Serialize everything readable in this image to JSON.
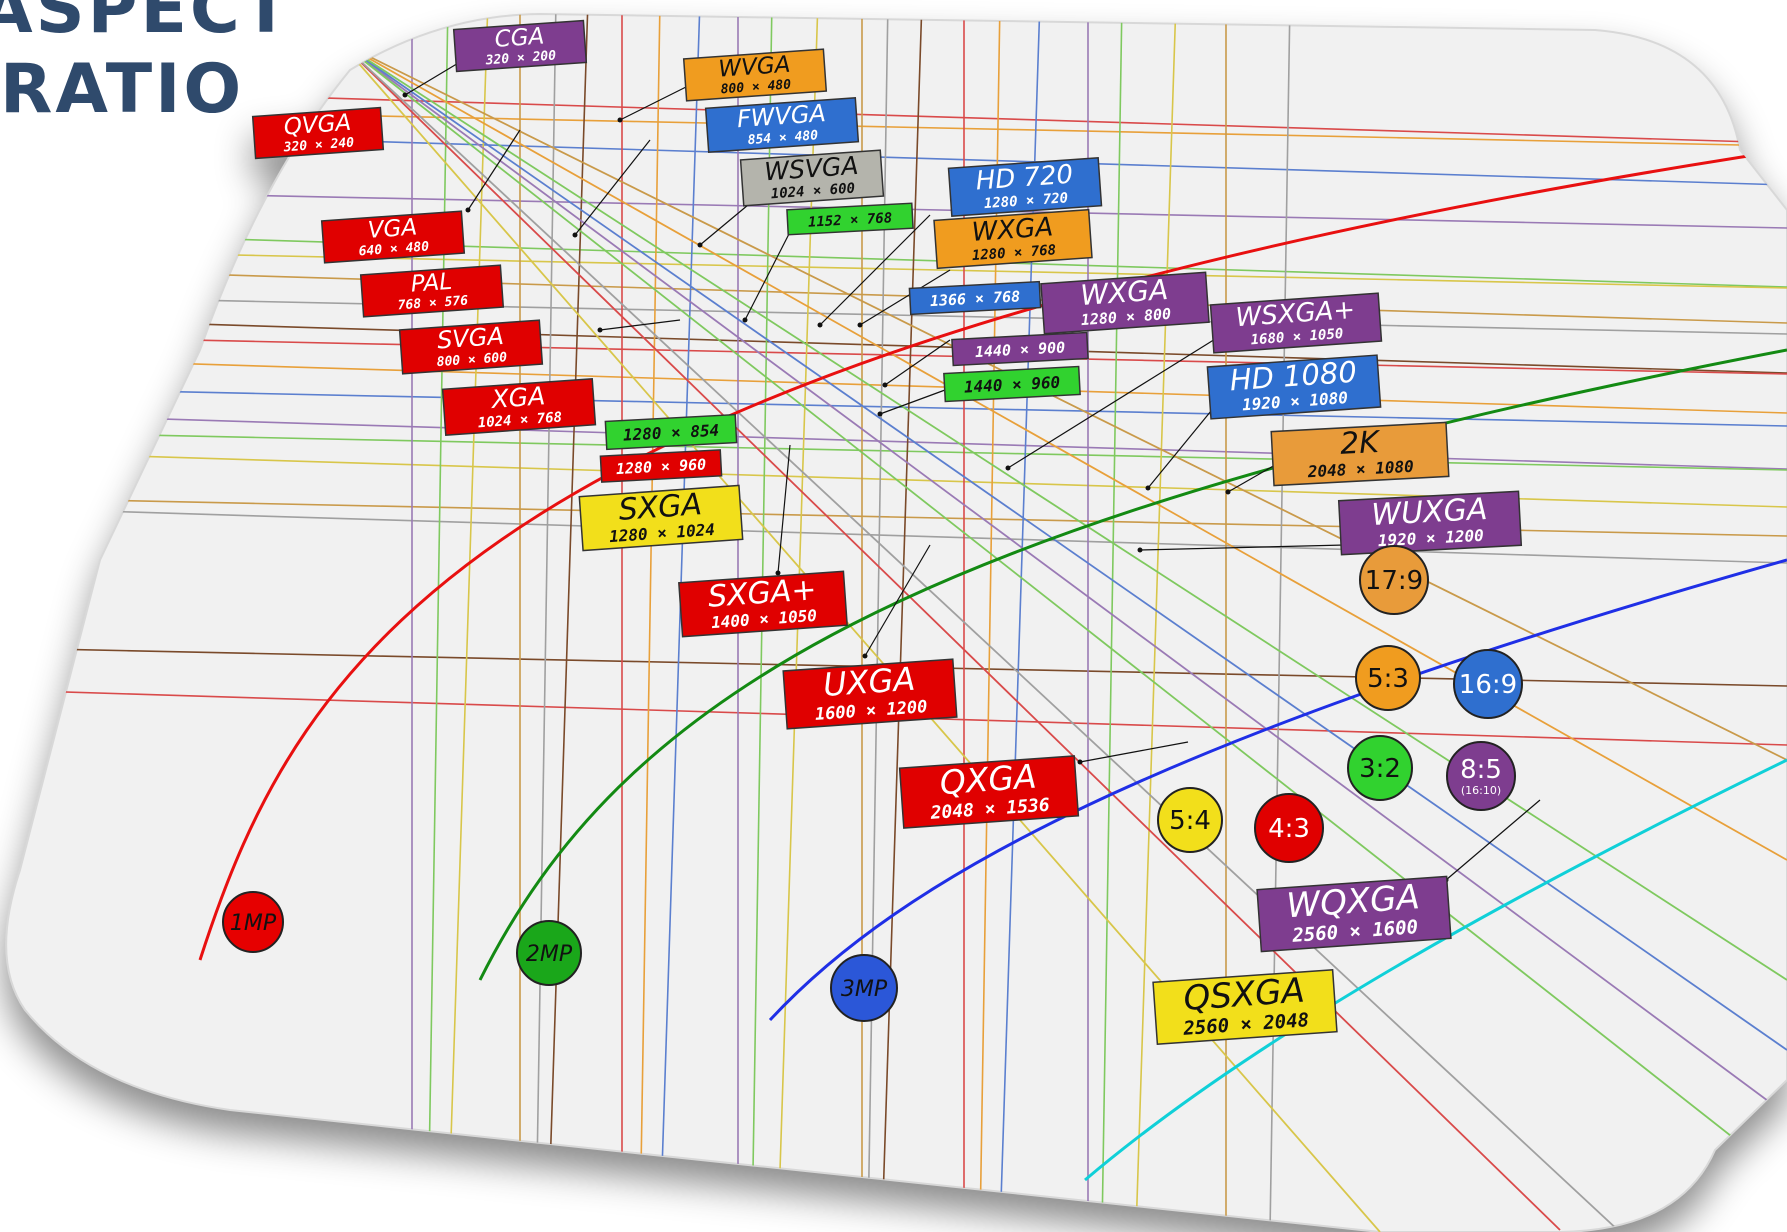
{
  "title_lines": [
    "ASPECT",
    "RATIO"
  ],
  "colors": {
    "title": "#2f4a6c",
    "red": "#e00000",
    "orange": "#f09c1f",
    "blue": "#2f6fcf",
    "purple": "#7e3d8f",
    "green": "#31d22f",
    "gray": "#b4b4ac",
    "yellow": "#f2df1b",
    "gold": "#e89b3a",
    "mp_red": "#e60000",
    "mp_green": "#1aa71a",
    "mp_blue": "#2b57d8"
  },
  "resolutions": [
    {
      "name": "CGA",
      "dims": "320 × 200",
      "color": "purple"
    },
    {
      "name": "WVGA",
      "dims": "800 × 480",
      "color": "orange"
    },
    {
      "name": "QVGA",
      "dims": "320 × 240",
      "color": "red"
    },
    {
      "name": "FWVGA",
      "dims": "854 × 480",
      "color": "blue"
    },
    {
      "name": "WSVGA",
      "dims": "1024 × 600",
      "color": "gray"
    },
    {
      "name": "HD 720",
      "dims": "1280 × 720",
      "color": "blue"
    },
    {
      "name": "",
      "dims": "1152 × 768",
      "color": "green"
    },
    {
      "name": "VGA",
      "dims": "640 × 480",
      "color": "red"
    },
    {
      "name": "WXGA",
      "dims": "1280 × 768",
      "color": "orange"
    },
    {
      "name": "PAL",
      "dims": "768 × 576",
      "color": "red"
    },
    {
      "name": "",
      "dims": "1366 × 768",
      "color": "blue"
    },
    {
      "name": "WXGA",
      "dims": "1280 × 800",
      "color": "purple"
    },
    {
      "name": "WSXGA+",
      "dims": "1680 × 1050",
      "color": "purple"
    },
    {
      "name": "SVGA",
      "dims": "800 × 600",
      "color": "red"
    },
    {
      "name": "",
      "dims": "1440 × 900",
      "color": "purple"
    },
    {
      "name": "HD 1080",
      "dims": "1920 × 1080",
      "color": "blue"
    },
    {
      "name": "",
      "dims": "1440 × 960",
      "color": "green"
    },
    {
      "name": "XGA",
      "dims": "1024 × 768",
      "color": "red"
    },
    {
      "name": "",
      "dims": "1280 × 854",
      "color": "green"
    },
    {
      "name": "2K",
      "dims": "2048 × 1080",
      "color": "gold"
    },
    {
      "name": "",
      "dims": "1280 × 960",
      "color": "red"
    },
    {
      "name": "SXGA",
      "dims": "1280 × 1024",
      "color": "yellow"
    },
    {
      "name": "WUXGA",
      "dims": "1920 × 1200",
      "color": "purple"
    },
    {
      "name": "SXGA+",
      "dims": "1400 × 1050",
      "color": "red"
    },
    {
      "name": "UXGA",
      "dims": "1600 × 1200",
      "color": "red"
    },
    {
      "name": "QXGA",
      "dims": "2048 × 1536",
      "color": "red"
    },
    {
      "name": "WQXGA",
      "dims": "2560 × 1600",
      "color": "purple"
    },
    {
      "name": "QSXGA",
      "dims": "2560 × 2048",
      "color": "yellow"
    }
  ],
  "aspect_ratios": [
    {
      "label": "17:9",
      "sub": "",
      "color": "gold"
    },
    {
      "label": "5:3",
      "sub": "",
      "color": "orange"
    },
    {
      "label": "16:9",
      "sub": "",
      "color": "blue"
    },
    {
      "label": "3:2",
      "sub": "",
      "color": "green"
    },
    {
      "label": "8:5",
      "sub": "(16:10)",
      "color": "purple"
    },
    {
      "label": "5:4",
      "sub": "",
      "color": "yellow"
    },
    {
      "label": "4:3",
      "sub": "",
      "color": "red"
    }
  ],
  "megapixels": [
    {
      "label": "1MP",
      "color": "mp_red"
    },
    {
      "label": "2MP",
      "color": "mp_green"
    },
    {
      "label": "3MP",
      "color": "mp_blue"
    }
  ]
}
